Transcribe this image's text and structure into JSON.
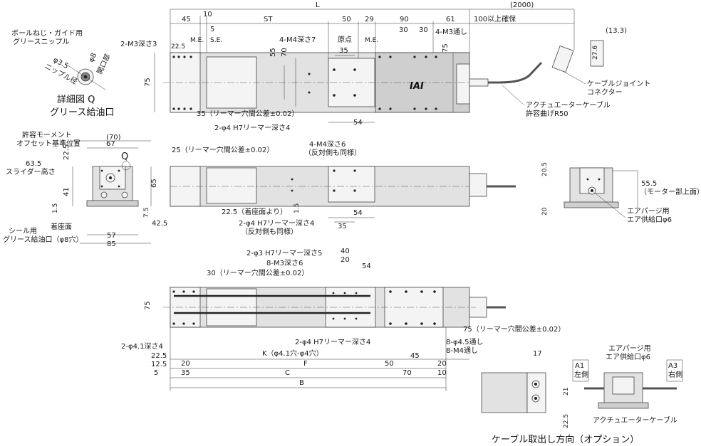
{
  "top_view": {
    "L": "L",
    "d45": "45",
    "d10": "10",
    "d5": "5",
    "ST": "ST",
    "d50": "50",
    "d29": "29",
    "d2000": "(2000)",
    "d90": "90",
    "d61": "61",
    "d30a": "30",
    "d30b": "30",
    "bend_min": "100以上確保",
    "m3": "2-M3深さ3",
    "d22_5": "22.5",
    "me1": "M.E.",
    "se": "S.E.",
    "m4_7": "4-M4深さ7",
    "origin": "原点",
    "me2": "M.E.",
    "m3thru": "4-M3通し",
    "d35": "35",
    "d55": "55",
    "d70": "70",
    "d75": "75",
    "d75b": "75",
    "d54": "54",
    "d13_3": "(13.3)",
    "d27_6": "27.6",
    "ream35": "35（リーマー穴間公差±0.02）",
    "ream_h7": "2-φ4 H7リーマー深さ4",
    "cable_joint_1": "ケーブルジョイント",
    "cable_joint_2": "コネクター",
    "act_cable_1": "アクチュエーターケーブル",
    "act_cable_2": "許容曲げR50",
    "logo": "IAI"
  },
  "detail": {
    "grease_1": "ボールねじ・ガイド用",
    "grease_2": "グリースニップル",
    "phi35": "φ3.5",
    "nipple_dia": "ニップル径",
    "phi8": "φ8",
    "opening": "開口部",
    "title_1": "詳細図 Q",
    "title_2": "グリース給油口"
  },
  "side_view": {
    "moment_1": "許容モーメント",
    "moment_2": "オフセット基準位置",
    "d70p": "(70)",
    "d67": "67",
    "d22_5": "22.5",
    "q": "Q",
    "d63_5": "63.5",
    "slider_h": "スライダー高さ",
    "d41": "41",
    "d65": "65",
    "d1_5": "1.5",
    "d7_5": "7.5",
    "d42_5": "42.5",
    "mount": "着座面",
    "seal_1": "シール用",
    "seal_2": "グリース給油口（φ8穴）",
    "d57": "57",
    "d85": "85"
  },
  "front_view": {
    "ream25": "25（リーマー穴間公差±0.02）",
    "m4_6": "4-M4深さ6",
    "same1": "（反対側も同様）",
    "d22_5": "22.5（着座面より）",
    "d1_5": "1.5",
    "ream_h7": "2-φ4 H7リーマー深さ4",
    "same2": "（反対側も同様）",
    "d35": "35",
    "d54": "54"
  },
  "motor_view": {
    "d20_5": "20.5",
    "d55_5": "55.5",
    "motor_top": "（モーター部上面）",
    "d20": "20",
    "purge_1": "エアパージ用",
    "purge_2": "エア供給口φ6"
  },
  "bottom_view": {
    "phi3": "2-φ3 H7リーマー深さ5",
    "d40": "40",
    "d20": "20",
    "m3_6": "8-M3深さ6",
    "d54": "54",
    "ream30": "30（リーマー穴間公差±0.02）",
    "d75": "75",
    "ream75": "75（リーマー穴間公差±0.02）",
    "phi4_1": "2-φ4.1深さ4",
    "ream_h7": "2-φ4 H7リーマー深さ4",
    "phi4_5": "8-φ4.5通し",
    "m4thru": "8-M4通し",
    "d22_5": "22.5",
    "d20a": "20",
    "F": "F",
    "d50": "50",
    "d45": "45",
    "d20b": "20",
    "K": "K（φ4.1穴-φ4穴）",
    "d12_5": "12.5",
    "d5": "5",
    "d35": "35",
    "C": "C",
    "d70": "70",
    "d10": "10",
    "B": "B"
  },
  "option_view": {
    "d17": "17",
    "a1_1": "A1",
    "a1_2": "左側",
    "purge_1": "エアパージ用",
    "purge_2": "エア供給口φ6",
    "a3_1": "A3",
    "a3_2": "右側",
    "d21": "21",
    "d22_5": "22.5",
    "cable": "アクチュエーターケーブル",
    "title": "ケーブル取出し方向（オプション）"
  }
}
